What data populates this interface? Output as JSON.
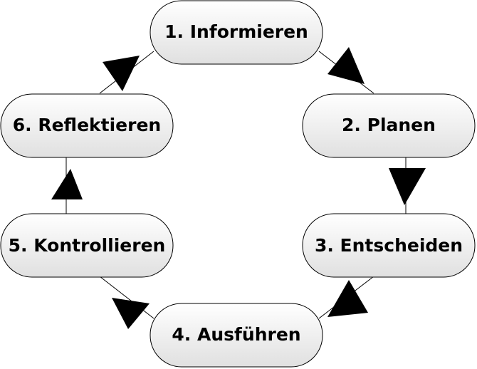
{
  "steps": [
    {
      "label": "1. Informieren"
    },
    {
      "label": "2. Planen"
    },
    {
      "label": "3. Entscheiden"
    },
    {
      "label": "4. Ausführen"
    },
    {
      "label": "5. Kontrollieren"
    },
    {
      "label": "6. Reflektieren"
    }
  ],
  "style": {
    "box_gradient_top": "#ffffff",
    "box_gradient_bottom": "#e2e2e2",
    "stroke_color": "#000000",
    "arrow_color": "#000000"
  }
}
